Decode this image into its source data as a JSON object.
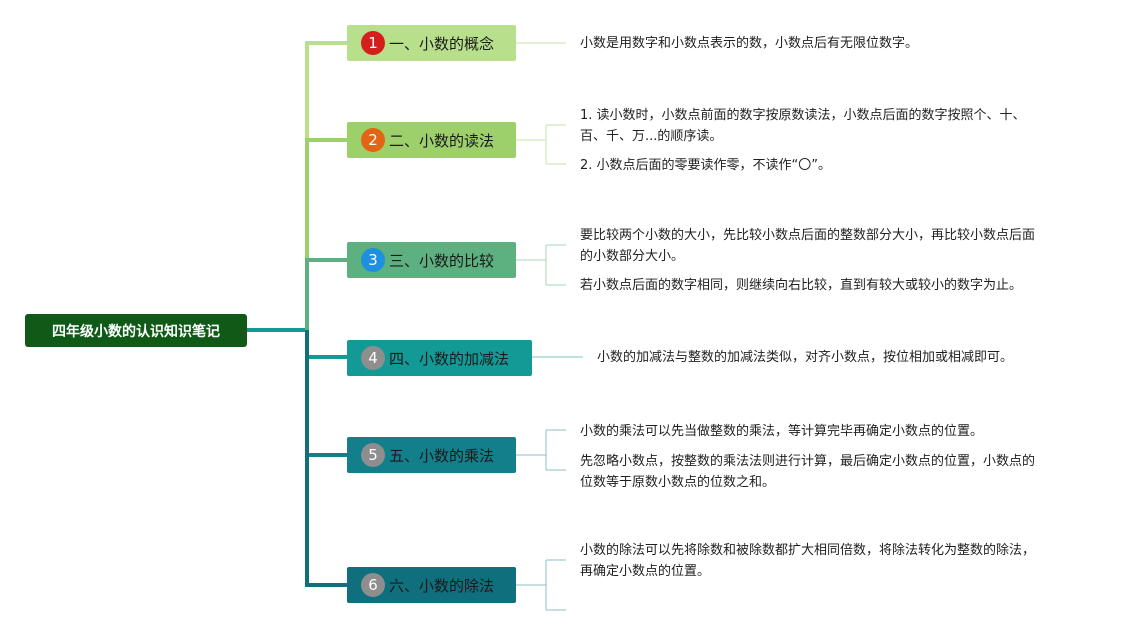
{
  "root": {
    "label": "四年级小数的认识知识笔记"
  },
  "topics": [
    {
      "number": "1",
      "label": "一、小数的概念",
      "box_color": "#b8e08c",
      "badge_color": "#d41f1f",
      "line_color": "#b8e08c",
      "details": [
        [
          "小数是用数字和小数点表示的数，小数点后有无限位数字。"
        ]
      ]
    },
    {
      "number": "2",
      "label": "二、小数的读法",
      "box_color": "#9dd06b",
      "badge_color": "#e26515",
      "line_color": "#9dd06b",
      "details": [
        [
          "1. 读小数时，小数点前面的数字按原数读法，小数点后面的数字按照个、十、",
          "百、千、万...的顺序读。"
        ],
        [
          "2. 小数点后面的零要读作零，不读作“〇”。"
        ]
      ]
    },
    {
      "number": "3",
      "label": "三、小数的比较",
      "box_color": "#5db07f",
      "badge_color": "#1f8fe0",
      "line_color": "#5db07f",
      "details": [
        [
          "要比较两个小数的大小，先比较小数点后面的整数部分大小，再比较小数点后面",
          "的小数部分大小。"
        ],
        [
          "若小数点后面的数字相同，则继续向右比较，直到有较大或较小的数字为止。"
        ]
      ]
    },
    {
      "number": "4",
      "label": "四、小数的加减法",
      "box_color": "#139a96",
      "badge_color": "#8e8e8e",
      "line_color": "#139a96",
      "details": [
        [
          "小数的加减法与整数的加减法类似，对齐小数点，按位相加或相减即可。"
        ]
      ]
    },
    {
      "number": "5",
      "label": "五、小数的乘法",
      "box_color": "#127f8b",
      "badge_color": "#8e8e8e",
      "line_color": "#127f8b",
      "details": [
        [
          "小数的乘法可以先当做整数的乘法，等计算完毕再确定小数点的位置。"
        ],
        [
          "先忽略小数点，按整数的乘法法则进行计算，最后确定小数点的位置，小数点的",
          "位数等于原数小数点的位数之和。"
        ]
      ]
    },
    {
      "number": "6",
      "label": "六、小数的除法",
      "box_color": "#0f6f7c",
      "badge_color": "#8e8e8e",
      "line_color": "#0f6f7c",
      "details": [
        [
          "小数的除法可以先将除数和被除数都扩大相同倍数，将除法转化为整数的除法，",
          "再确定小数点的位置。"
        ],
        []
      ]
    }
  ]
}
